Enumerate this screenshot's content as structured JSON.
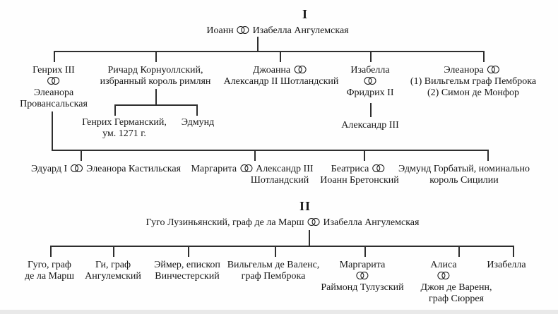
{
  "page": {
    "background": "#fefefe",
    "text_color": "#161616",
    "line_color": "#2e2e2e",
    "marriage_icon": "double-rings"
  },
  "trees": [
    {
      "heading": "I",
      "parents": {
        "p1": "Иоанн",
        "p2": "Изабелла Ангулемская"
      },
      "gen1": {
        "henry": {
          "name": "Генрих III",
          "sp1": "Элеанора",
          "sp2": "Провансальская"
        },
        "richard": {
          "l1": "Ричард Корнуоллский,",
          "l2": "избранный король римлян"
        },
        "joanna": {
          "name": "Джоанна",
          "sp": "Александр II Шотландский"
        },
        "isabella": {
          "name": "Изабелла",
          "sp": "Фридрих II",
          "child": "Александр III"
        },
        "eleanor": {
          "name": "Элеанора",
          "sp1": "(1) Вильгельм граф Пемброка",
          "sp2": "(2) Симон де Монфор"
        },
        "henry_of_germany": {
          "l1": "Генрих Германский,",
          "l2": "ум. 1271 г."
        },
        "edmund": {
          "name": "Эдмунд"
        }
      },
      "gen2": {
        "edward": {
          "name": "Эдуард I",
          "sp": "Элеанора Кастильская"
        },
        "margaret": {
          "name": "Маргарита",
          "sp": "Александр III",
          "sp2": "Шотландский"
        },
        "beatrice": {
          "name": "Беатриса",
          "sp": "Иоанн Бретонский"
        },
        "edmund_crouchback": {
          "l1": "Эдмунд Горбатый, номинально",
          "l2": "король Сицилии"
        }
      }
    },
    {
      "heading": "II",
      "parents": {
        "p1": "Гуго Лузиньянский, граф де ла Марш",
        "p2": "Изабелла Ангулемская"
      },
      "children": {
        "hugh": {
          "l1": "Гуго, граф",
          "l2": "де ла Марш"
        },
        "guy": {
          "l1": "Ги, граф",
          "l2": "Ангулемский"
        },
        "aymer": {
          "l1": "Эймер, епископ",
          "l2": "Винчестерский"
        },
        "william": {
          "l1": "Вильгельм де Валенс,",
          "l2": "граф Пемброка"
        },
        "margaret": {
          "name": "Маргарита",
          "sp": "Раймонд Тулузский"
        },
        "alice": {
          "name": "Алиса",
          "sp1": "Джон де Варенн,",
          "sp2": "граф Сюррея"
        },
        "isabella": {
          "name": "Изабелла"
        }
      }
    }
  ]
}
